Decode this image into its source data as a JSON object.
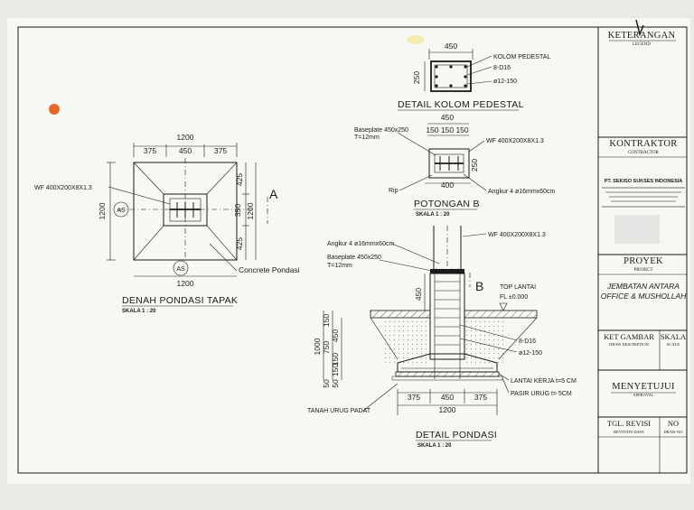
{
  "legend": {
    "keterangan": "KETERANGAN",
    "legend_en": "LEGEND",
    "kontraktor": "KONTRAKTOR",
    "contractor_en": "CONTRACTOR",
    "company": "PT. SEKISO SUKSES INDONESIA",
    "proyek": "PROYEK",
    "project_en": "PROJECT",
    "project_name_1": "JEMBATAN ANTARA",
    "project_name_2": "OFFICE & MUSHOLLAH",
    "ket_gambar": "KET GAMBAR",
    "draw_desc_en": "DRAW DESCRIPTION",
    "skala": "SKALA",
    "scale_en": "SCALE",
    "menyetujui": "MENYETUJUI",
    "approved_en": "APPROVAL",
    "tgl_revisi": "TGL. REVISI",
    "revision_date_en": "REVITION DATE",
    "no": "NO",
    "drawing_no_en": "DRAW NO"
  },
  "plan": {
    "title": "DENAH PONDASI TAPAK",
    "scale": "SKALA   1  :  20",
    "dim_total_top": "1200",
    "dim_left": "375",
    "dim_mid": "450",
    "dim_right": "375",
    "dim_total_bottom": "1200",
    "dim_height_left": "1200",
    "dim_right_top": "425",
    "dim_right_mid": "350",
    "dim_right_mid2": "1200",
    "dim_right_bot": "425",
    "label_wf": "WF 400X200X8X1.3",
    "label_concrete": "Concrete Pondasi",
    "axis_as": "AS",
    "section_mark": "A"
  },
  "pedestal": {
    "title": "DETAIL KOLOM PEDESTAL",
    "dim_width": "450",
    "dim_height": "250",
    "label_kolom": "KOLOM PEDESTAL",
    "label_bars": "8-D16",
    "label_stirrup": "ø12-150"
  },
  "section_b": {
    "title": "POTONGAN B",
    "scale": "SKALA   1  :  20",
    "baseplate_1": "Baseplate 450x250",
    "baseplate_2": "T=12mm",
    "dim_total": "450",
    "dim_parts": "150  150  150",
    "dim_height": "250",
    "dim_bottom": "400",
    "label_wf": "WF 400X200X8X1.3",
    "label_rip": "Rip",
    "label_angkur": "Angkur 4 ø16mmx60cm"
  },
  "foundation": {
    "title": "DETAIL PONDASI",
    "scale": "SKALA   1  :  20",
    "angkur": "Angkur 4 ø16mmx60cm",
    "baseplate_1": "Baseplate 450x250",
    "baseplate_2": "T=12mm",
    "label_wf": "WF 400X200X8X1.3",
    "section_mark": "B",
    "top_lantai": "TOP LANTAI",
    "fl": "FL ±0.000",
    "bars": "8-D16",
    "stirrup": "ø12-150",
    "lantai_kerja": "LANTAI KERJA t=5 CM",
    "pasir_urug": "PASIR URUG t= 5CM",
    "tanah_urug": "TANAH URUG PADAT",
    "dim_450_v": "450",
    "dim_1000": "1000",
    "dim_150a": "150",
    "dim_450b": "450",
    "dim_750": "750",
    "dim_150b": "150",
    "dim_150c": "150",
    "dim_50a": "50",
    "dim_50b": "50",
    "dim_375l": "375",
    "dim_450m": "450",
    "dim_375r": "375",
    "dim_1200": "1200"
  }
}
